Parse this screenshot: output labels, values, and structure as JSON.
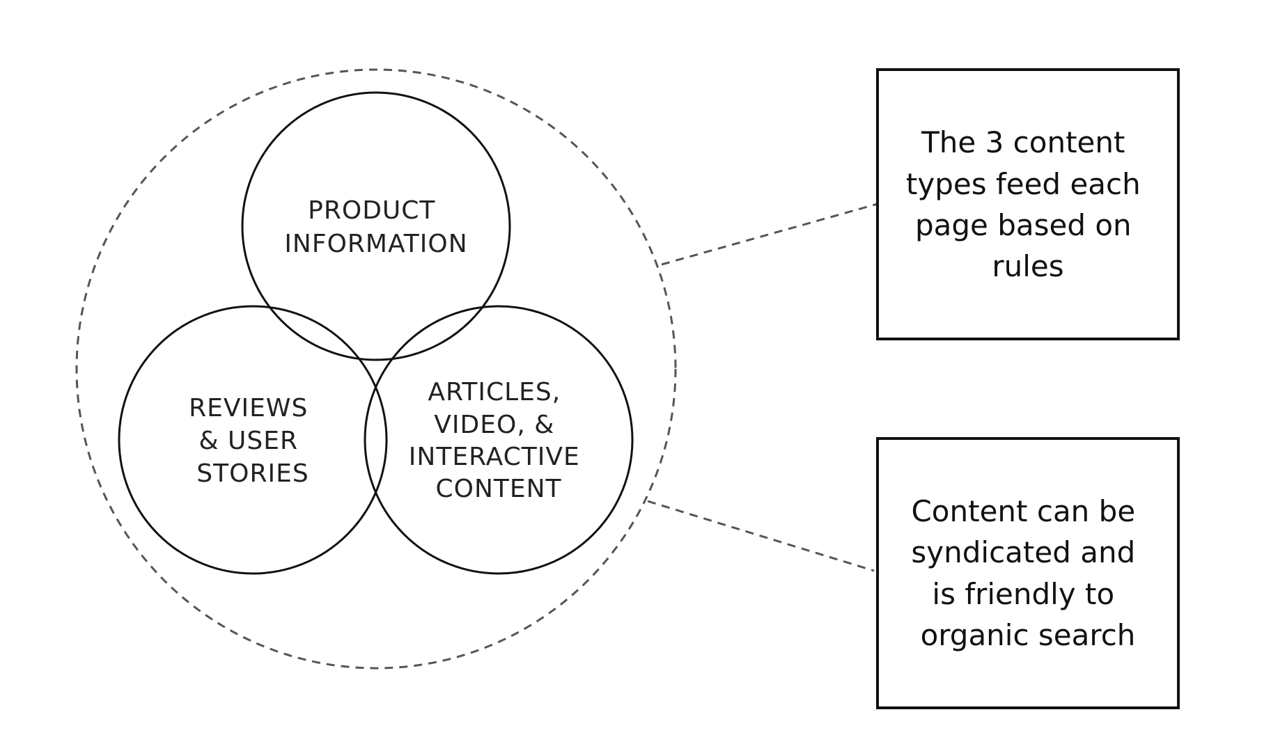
{
  "colors": {
    "background": "#ffffff",
    "stroke": "#111111",
    "dashed": "#555555",
    "text": "#222222"
  },
  "circles": {
    "top": {
      "lines": [
        "PRODUCT",
        "INFORMATION"
      ]
    },
    "left": {
      "lines": [
        "REVIEWS",
        "& USER",
        "STORIES"
      ]
    },
    "right": {
      "lines": [
        "ARTICLES,",
        "VIDEO, &",
        "INTERACTIVE",
        "CONTENT"
      ]
    }
  },
  "callouts": {
    "top": {
      "lines": [
        "The 3 content",
        "types feed each",
        "page based on",
        "rules"
      ]
    },
    "bottom": {
      "lines": [
        "Content can be",
        "syndicated and",
        "is friendly to",
        "organic search"
      ]
    }
  }
}
